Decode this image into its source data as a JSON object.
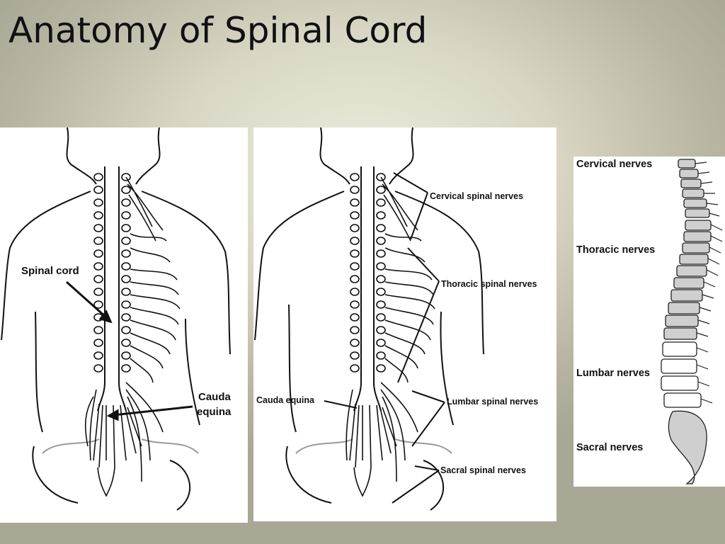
{
  "slide": {
    "title": "Anatomy of Spinal Cord"
  },
  "panel_a": {
    "labels": {
      "spinal_cord": "Spinal cord",
      "cauda_equina_line1": "Cauda",
      "cauda_equina_line2": "equina"
    }
  },
  "panel_b": {
    "labels": {
      "cervical": "Cervical spinal nerves",
      "thoracic": "Thoracic spinal nerves",
      "cauda_equina": "Cauda equina",
      "lumbar": "Lumbar spinal nerves",
      "sacral": "Sacral spinal nerves"
    }
  },
  "panel_c": {
    "labels": {
      "cervical": "Cervical nerves",
      "thoracic": "Thoracic nerves",
      "lumbar": "Lumbar nerves",
      "sacral": "Sacral nerves"
    }
  },
  "colors": {
    "line": "#111111",
    "vertebra_fill": "#cfcfcf",
    "panel_bg": "#ffffff"
  }
}
